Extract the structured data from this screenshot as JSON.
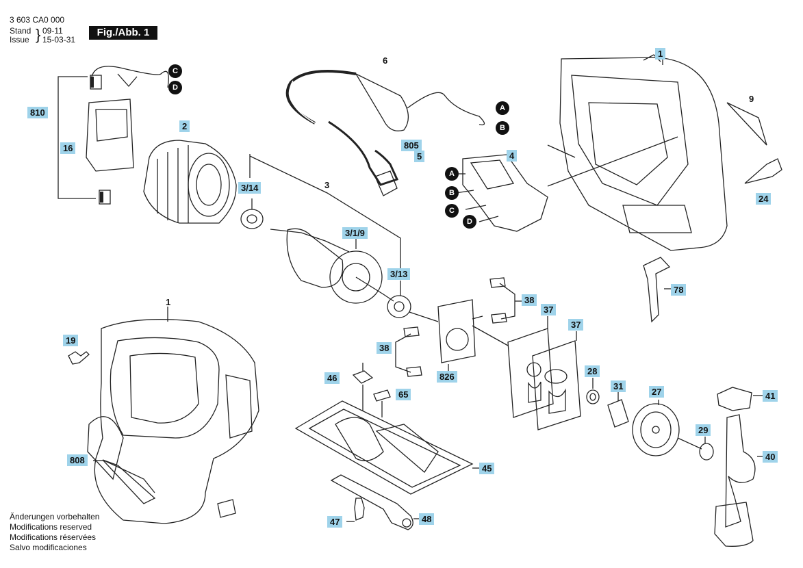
{
  "header": {
    "doc_number": "3 603 CA0 000",
    "stand_label": "Stand",
    "stand_value": "09-11",
    "issue_label": "Issue",
    "issue_value": "15-03-31",
    "figure_label": "Fig./Abb. 1"
  },
  "notes": [
    "Änderungen vorbehalten",
    "Modifications reserved",
    "Modifications réservées",
    "Salvo modificaciones"
  ],
  "parts": {
    "p1a": "1",
    "p9": "9",
    "p24": "24",
    "p78": "78",
    "p6": "6",
    "p805": "805",
    "p5": "5",
    "p4": "4",
    "p810": "810",
    "p16": "16",
    "p2": "2",
    "p3": "3",
    "p3_14": "3/14",
    "p3_1_9": "3/1/9",
    "p3_13": "3/13",
    "p1b": "1",
    "p19": "19",
    "p808": "808",
    "p38a": "38",
    "p38b": "38",
    "p826": "826",
    "p37a": "37",
    "p37b": "37",
    "p28": "28",
    "p31": "31",
    "p27": "27",
    "p29": "29",
    "p41": "41",
    "p40": "40",
    "p46": "46",
    "p65": "65",
    "p45": "45",
    "p47": "47",
    "p48": "48"
  },
  "connectors": {
    "c_top": "C",
    "d_top": "D",
    "a_cord": "A",
    "b_cord": "B",
    "a_sw": "A",
    "b_sw": "B",
    "c_sw": "C",
    "d_sw": "D"
  }
}
